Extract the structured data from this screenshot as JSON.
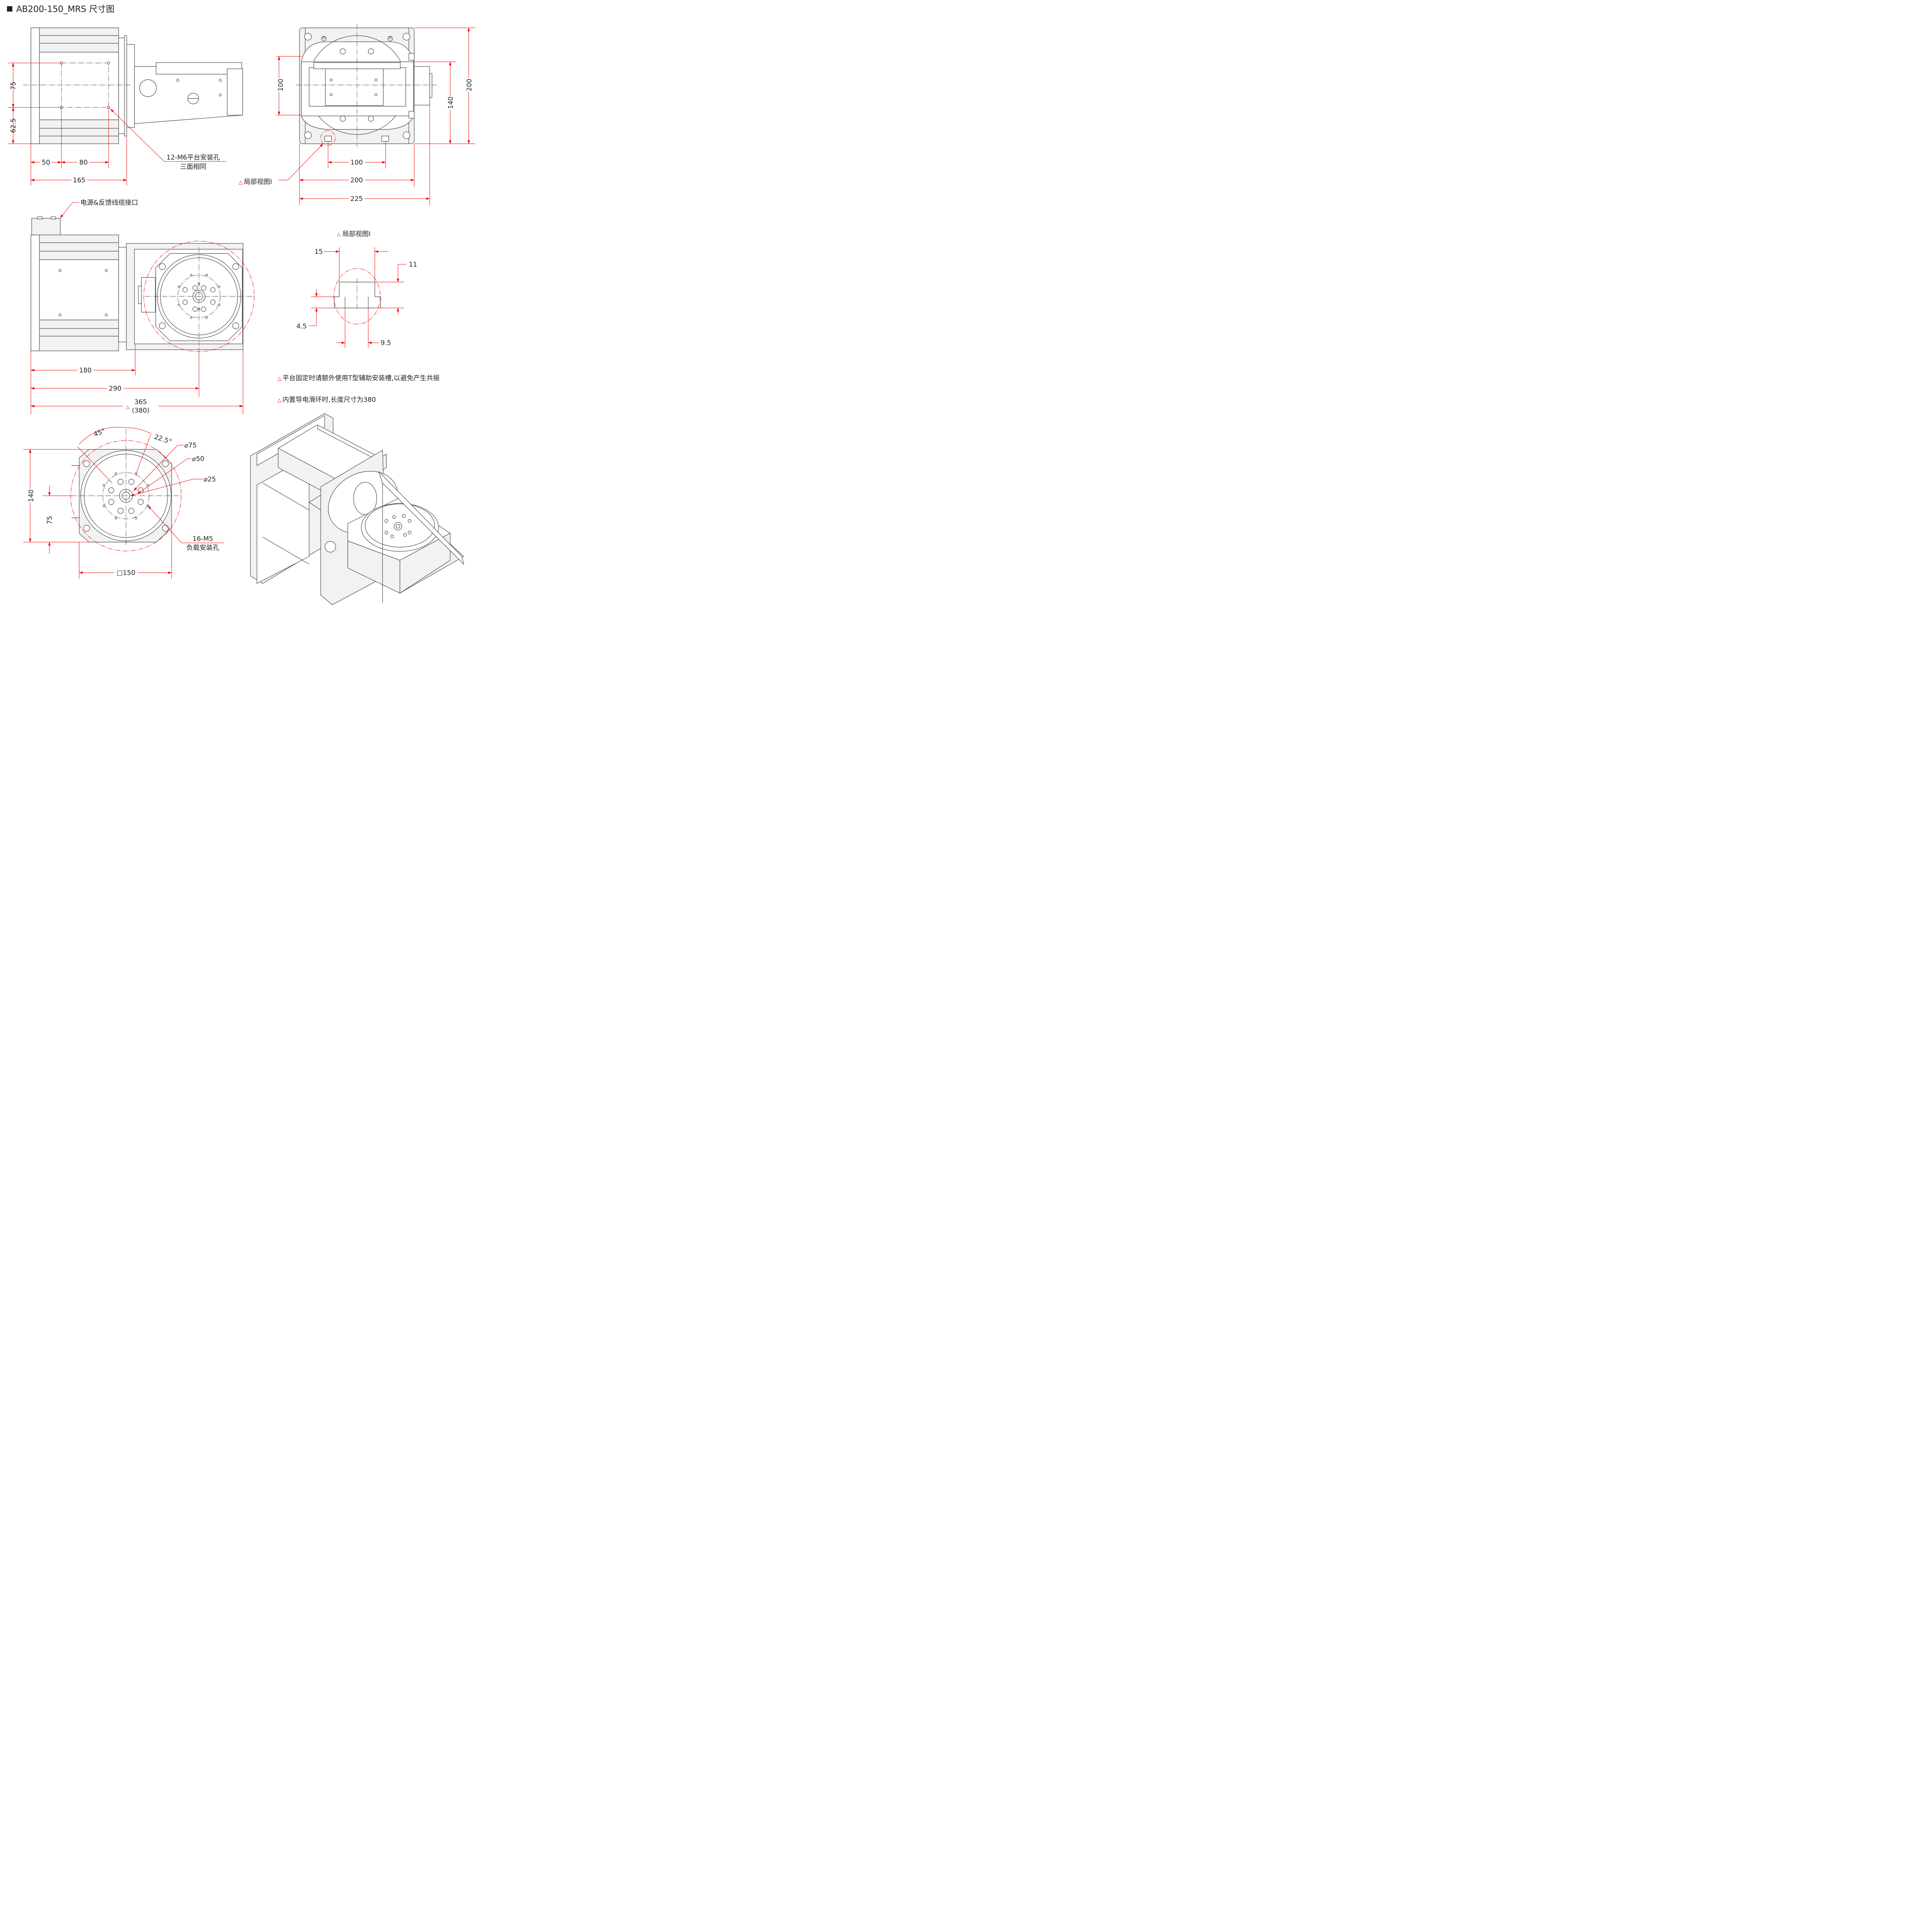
{
  "title": "AB200-150_MRS 尺寸图",
  "dims": {
    "d75": "75",
    "d62_5": "62.5",
    "d50": "50",
    "d80": "80",
    "d165": "165",
    "d100_v": "100",
    "d140_v": "140",
    "d200_v": "200",
    "d100_h": "100",
    "d200_h": "200",
    "d225": "225",
    "d180": "180",
    "d290": "290",
    "d365": "365",
    "d380": "(380)",
    "detail_15": "15",
    "detail_11": "11",
    "detail_4_5": "4.5",
    "detail_9_5": "9.5",
    "angle45": "45°",
    "angle22_5": "22.5°",
    "phi75": "⌀75",
    "phi50": "⌀50",
    "phi25": "⌀25",
    "b140": "140",
    "b75": "75",
    "sq150": "□150"
  },
  "callouts": {
    "holes_line1": "12-M6平台安装孔",
    "holes_line2": "三面相同",
    "partial_view": "局部视图I",
    "connector": "电源&反馈线缆接口",
    "partial_view_title": "局部视图I",
    "load_line1": "16-M5",
    "load_line2": "负载安装孔"
  },
  "notes": [
    "平台固定时请额外使用T型辅助安装槽,以避免产生共振",
    "内置导电滑环时,长度尺寸为380"
  ],
  "colors": {
    "dimension": "#e00000",
    "outline": "#444444"
  },
  "icons": {
    "warning": "warning-triangle-icon",
    "title_bullet": "square-bullet-icon"
  }
}
